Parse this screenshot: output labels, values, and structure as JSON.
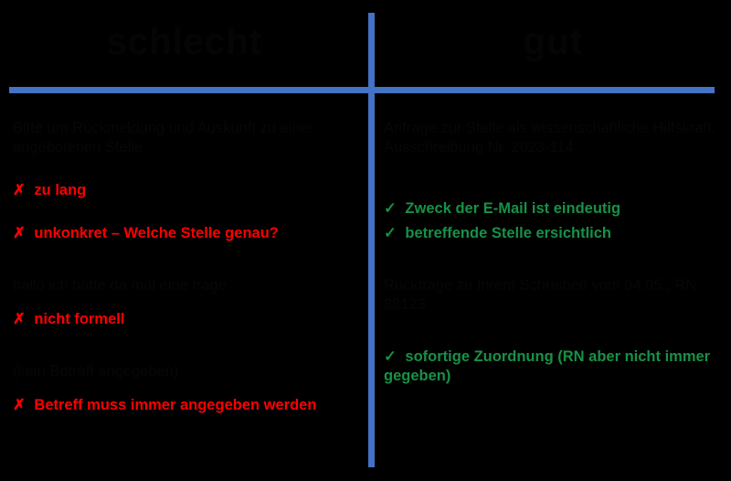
{
  "slide": {
    "background_color": "#000000",
    "divider_color": "#4472C4",
    "bad_color": "#FF0000",
    "good_color": "#179146",
    "dim_color": "#070707"
  },
  "headings": {
    "left": "schlecht",
    "right": "gut"
  },
  "marks": {
    "cross": "✗",
    "check": "✓"
  },
  "left_column": {
    "items": [
      {
        "style": "dim",
        "mark": "",
        "text": "Bitte um Rückmeldung und Auskunft zu einer angebotenen Stelle"
      },
      {
        "style": "bad",
        "mark": "✗",
        "text": "zu lang"
      },
      {
        "style": "bad",
        "mark": "✗",
        "text": "unkonkret – Welche Stelle genau?"
      },
      {
        "style": "dim",
        "mark": "",
        "text": "hallo ich hätte da mal eine frage"
      },
      {
        "style": "bad",
        "mark": "✗",
        "text": "nicht formell"
      },
      {
        "style": "dim",
        "mark": "",
        "text": "(kein Betreff angegeben)"
      },
      {
        "style": "bad",
        "mark": "✗",
        "text": "Betreff muss immer angegeben werden"
      }
    ]
  },
  "right_column": {
    "items": [
      {
        "style": "dim",
        "mark": "",
        "text": "Anfrage zur Stelle als wissenschaftliche Hilfskraft, Ausschreibung Nr. 2023-114"
      },
      {
        "style": "good",
        "mark": "✓",
        "text": "Zweck der E-Mail ist eindeutig"
      },
      {
        "style": "good",
        "mark": "✓",
        "text": "betreffende Stelle ersichtlich"
      },
      {
        "style": "dim",
        "mark": "",
        "text": "Rückfrage zu Ihrem Schreiben vom 04.05., RN 88123"
      },
      {
        "style": "good",
        "mark": "✓",
        "text": "sofortige Zuordnung (RN aber nicht immer gegeben)"
      }
    ]
  }
}
